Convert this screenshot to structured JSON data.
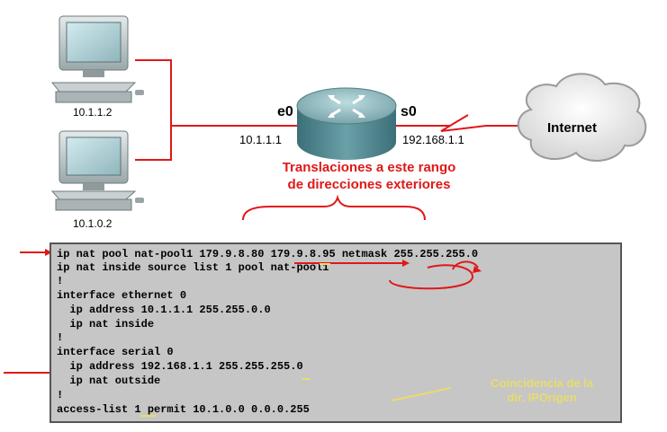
{
  "network": {
    "hosts": [
      {
        "ip": "10.1.1.2"
      },
      {
        "ip": "10.1.0.2"
      }
    ],
    "router": {
      "e0_label": "e0",
      "e0_ip": "10.1.1.1",
      "s0_label": "s0",
      "s0_ip": "192.168.1.1"
    },
    "cloud_label": "Internet"
  },
  "annotation": {
    "line1": "Translaciones a este rango",
    "line2": "de direcciones exteriores"
  },
  "config": {
    "lines": [
      "ip nat pool nat-pool1 179.9.8.80 179.9.8.95 netmask 255.255.255.0",
      "ip nat inside source list 1 pool nat-pool1",
      "!",
      "interface ethernet 0",
      "  ip address 10.1.1.1 255.255.0.0",
      "  ip nat inside",
      "!",
      "interface serial 0",
      "  ip address 192.168.1.1 255.255.255.0",
      "  ip nat outside",
      "!",
      "access-list 1 permit 10.1.0.0 0.0.0.255"
    ],
    "note_line1": "Coincidencia de la",
    "note_line2": "dir. IPOrigen"
  },
  "colors": {
    "accent_red": "#e01818",
    "config_bg": "#c6c6c6",
    "note_yellow": "#e8dc6c"
  }
}
